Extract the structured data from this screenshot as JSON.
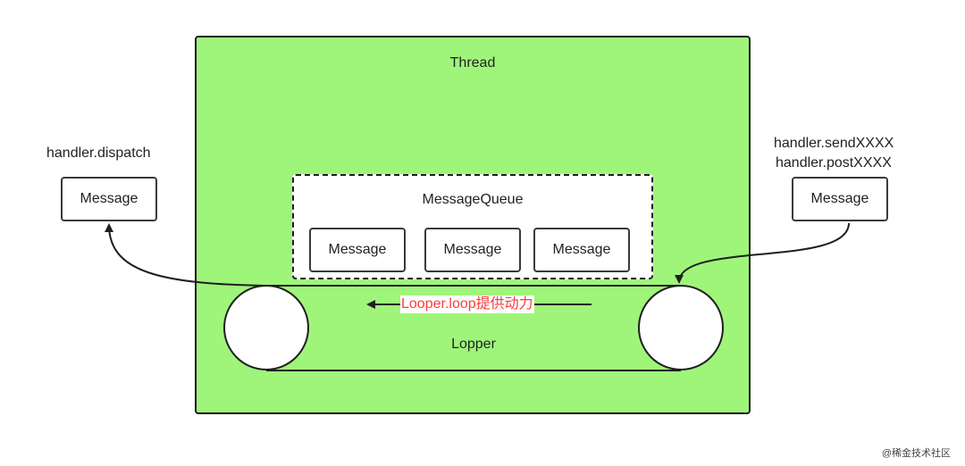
{
  "thread": {
    "title": "Thread"
  },
  "queue": {
    "title": "MessageQueue",
    "messages": [
      "Message",
      "Message",
      "Message"
    ]
  },
  "left": {
    "label": "handler.dispatch",
    "message": "Message"
  },
  "right": {
    "label_line1": "handler.sendXXXX",
    "label_line2": "handler.postXXXX",
    "message": "Message"
  },
  "looper": {
    "flow_label": "Looper.loop提供动力",
    "name": "Lopper"
  },
  "watermark": "@稀金技术社区",
  "colors": {
    "thread_fill": "#9ff57a",
    "flow_label": "#ff3b3b",
    "border": "#1f1f1f"
  }
}
